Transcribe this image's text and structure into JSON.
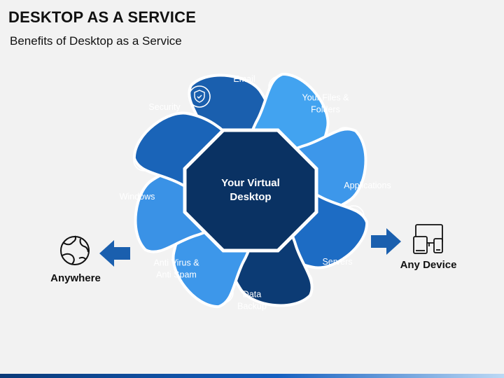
{
  "header": {
    "title": "DESKTOP AS A SERVICE",
    "subtitle": "Benefits of Desktop as a Service"
  },
  "center": {
    "line1": "Your Virtual",
    "line2": "Desktop"
  },
  "petals": [
    {
      "id": "email",
      "lines": [
        "Email"
      ],
      "color": "#1a5fae",
      "icon": "envelope-icon"
    },
    {
      "id": "files",
      "lines": [
        "Your Files &",
        "Folders"
      ],
      "color": "#42a3f0",
      "icon": "folder-icon"
    },
    {
      "id": "applications",
      "lines": [
        "Applications"
      ],
      "color": "#3d97ea",
      "icon": "apps-icon"
    },
    {
      "id": "servers",
      "lines": [
        "Servers"
      ],
      "color": "#1d6cc4",
      "icon": "server-icon"
    },
    {
      "id": "backup",
      "lines": [
        "Data",
        "Backup"
      ],
      "color": "#0c3b74",
      "icon": "backup-icon"
    },
    {
      "id": "antivirus",
      "lines": [
        "Anti Virus &",
        "Anti Spam"
      ],
      "color": "#3d97ea",
      "icon": "antivirus-icon"
    },
    {
      "id": "windows",
      "lines": [
        "Windows"
      ],
      "color": "#3a92e6",
      "icon": "windows-icon"
    },
    {
      "id": "security",
      "lines": [
        "Security"
      ],
      "color": "#1a64b8",
      "icon": "shield-icon"
    }
  ],
  "left": {
    "label": "Anywhere",
    "icon": "globe-icon"
  },
  "right": {
    "label": "Any Device",
    "icon": "devices-icon"
  },
  "colors": {
    "background": "#f2f2f2",
    "center": "#0a3263",
    "arrow": "#1a5fae",
    "icon_stroke": "#ffffff"
  }
}
